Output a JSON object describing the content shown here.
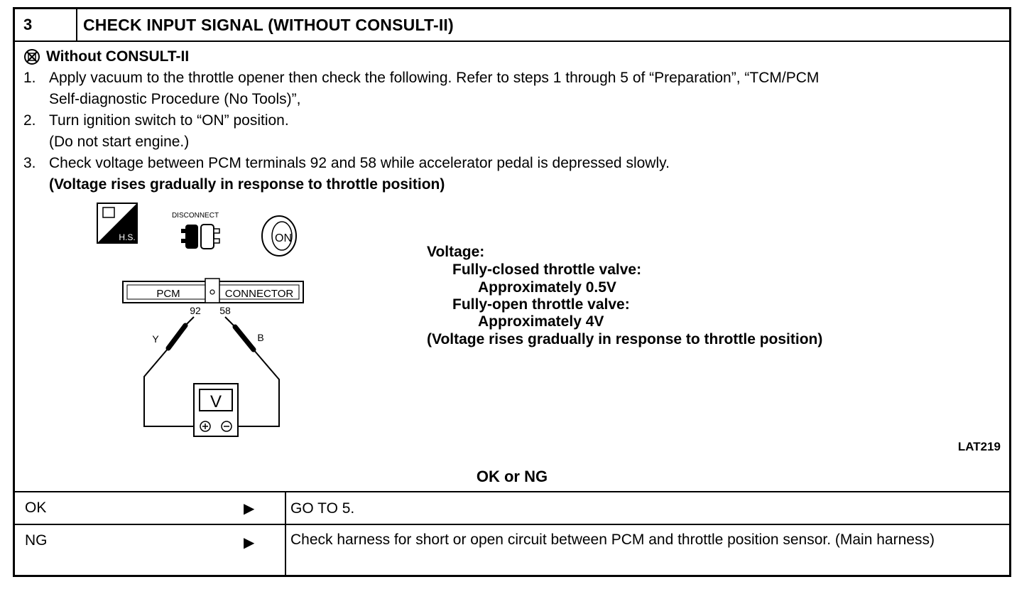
{
  "header": {
    "step": "3",
    "title": "CHECK INPUT SIGNAL (WITHOUT CONSULT-II)"
  },
  "subheading": "Without CONSULT-II",
  "steps": {
    "s1_num": "1.",
    "s1_line1": "Apply vacuum to the throttle opener then check the following. Refer to steps 1 through 5 of “Preparation”, “TCM/PCM",
    "s1_line2": "Self-diagnostic Procedure (No Tools)”,",
    "s2_num": "2.",
    "s2_line1": "Turn ignition switch to “ON” position.",
    "s2_line2": "(Do not start engine.)",
    "s3_num": "3.",
    "s3_line1": "Check voltage between PCM terminals 92 and 58 while accelerator pedal is depressed slowly.",
    "s3_line2": "(Voltage rises gradually in response to throttle position)"
  },
  "icons": {
    "hs_label": "H.S.",
    "disconnect_label": "DISCONNECT",
    "on_label": "ON"
  },
  "diagram": {
    "connector_left": "PCM",
    "connector_right": "CONNECTOR",
    "terminal_a": "92",
    "terminal_b": "58",
    "wire_a": "Y",
    "wire_b": "B",
    "meter": "V"
  },
  "voltage": {
    "title": "Voltage:",
    "closed_label": "Fully-closed throttle valve:",
    "closed_value": "Approximately 0.5V",
    "open_label": "Fully-open throttle valve:",
    "open_value": "Approximately 4V",
    "note": "(Voltage rises gradually in response to throttle position)"
  },
  "figure_id": "LAT219",
  "result_heading": "OK or NG",
  "results": [
    {
      "cond": "OK",
      "action": "GO TO 5."
    },
    {
      "cond": "NG",
      "action": "Check harness for short or open circuit between PCM and throttle position sensor. (Main harness)"
    }
  ]
}
